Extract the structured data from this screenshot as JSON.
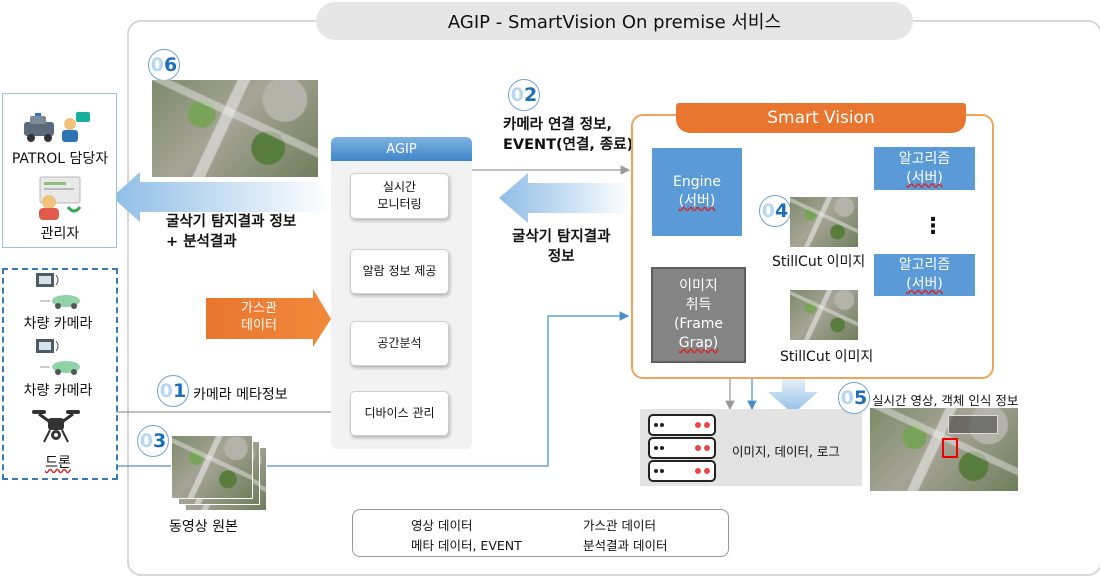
{
  "title": "AGIP - SmartVision On premise 서비스",
  "steps": {
    "s1": "01",
    "s2": "02",
    "s3": "03",
    "s4": "04",
    "s5": "05",
    "s6": "06"
  },
  "left": {
    "patrol": "PATROL 담당자",
    "admin": "관리자",
    "cam1": "차량 카메라",
    "cam2": "차량 카메라",
    "drone": "드론"
  },
  "agip": {
    "header": "AGIP",
    "items": [
      "실시간\n모니터링",
      "알람 정보 제공",
      "공간분석",
      "디바이스 관리"
    ]
  },
  "gas_data": "가스관\n데이터",
  "labels": {
    "camera_meta": "카메라 메타정보",
    "video_source": "동영상 원본",
    "to_left": "굴삭기 탐지결과 정보\n+ 분석결과",
    "connection": "카메라 연결 정보,\nEVENT(연결, 종료)",
    "detect_result": "굴삭기 탐지결과\n정보",
    "storage": "이미지, 데이터, 로그",
    "realtime": "실시간 영상, 객체 인식 정보",
    "stillcut1": "StillCut 이미지",
    "stillcut2": "StillCut 이미지",
    "vertical_dots": "⋮"
  },
  "smartvision": {
    "header": "Smart Vision",
    "engine_line1": "Engine",
    "engine_line2": "(서버)",
    "acquire_line1": "이미지",
    "acquire_line2": "취득",
    "acquire_line3": "(Frame",
    "acquire_line4": "Grap)",
    "algo1_line1": "알고리즘",
    "algo1_line2": "(서버)",
    "algo2_line1": "알고리즘",
    "algo2_line2": "(서버)"
  },
  "legend": {
    "video": "영상 데이터",
    "meta": "메타 데이터, EVENT",
    "gas": "가스관 데이터",
    "analysis": "분석결과 데이터"
  },
  "colors": {
    "accent_orange": "#e9752e",
    "accent_blue": "#5a9bd7",
    "line_blue": "#4a90c8",
    "line_gray": "#999999"
  }
}
